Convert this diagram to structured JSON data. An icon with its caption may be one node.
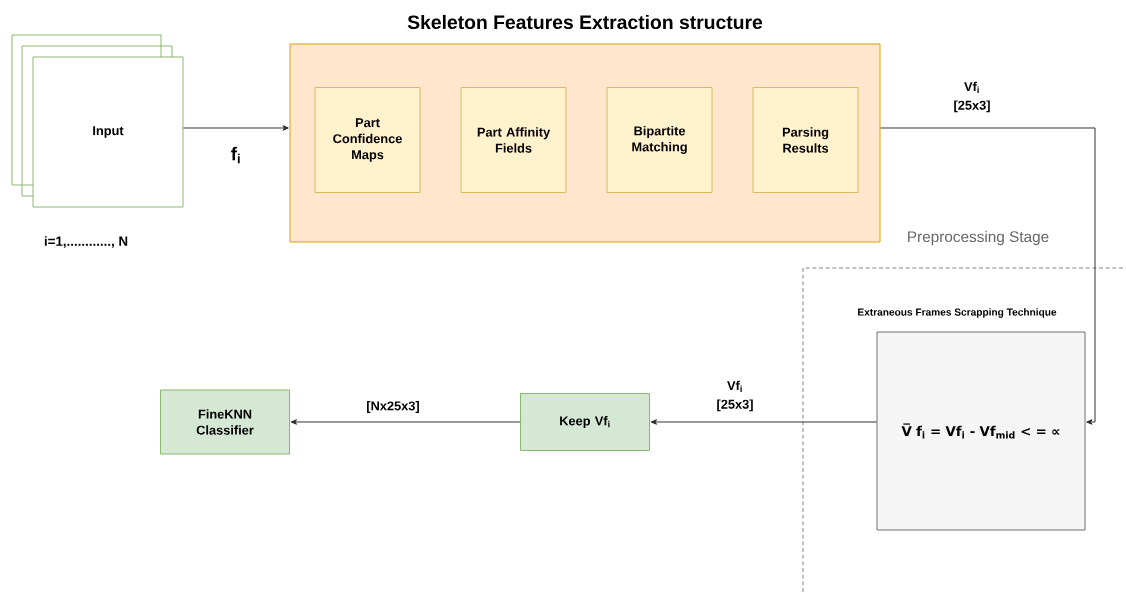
{
  "diagram": {
    "nodes": [
      {
        "text": [
          "Input"
        ]
      },
      {
        "text": [
          "Skeleton Features Extraction structure"
        ]
      },
      {
        "text": [
          "Part Confidence Maps"
        ],
        "in": 1
      },
      {
        "text": [
          "Part Affinity Fields"
        ],
        "in": 1
      },
      {
        "text": [
          "Bipartite Matching"
        ],
        "in": 1
      },
      {
        "text": [
          "Parsing Results"
        ],
        "in": 1
      },
      {
        "text": [
          "Extraneous Frames Scrapping Technique",
          "V̅ f$_{i}$ = Vf$_{i}$ - Vf$_{mid}$ < = ∝"
        ]
      },
      {
        "text": [
          "Keep Vf$_{i}$"
        ]
      },
      {
        "text": [
          "FineKNN Classifier"
        ]
      }
    ],
    "edges": [
      {
        "from": 0,
        "to": 1,
        "arrow": "to",
        "label": "f$_{i}$"
      },
      {
        "from": 1,
        "to": 6,
        "arrow": "to",
        "label": "Vf$_{i}$ [25x3]"
      },
      {
        "from": 6,
        "to": 7,
        "arrow": "to",
        "label": "Vf$_{i}$ [25x3]"
      },
      {
        "from": 7,
        "to": 8,
        "arrow": "to",
        "label": "[Nx25x3]"
      }
    ],
    "labels": [
      "i=1,............, N",
      "Preprocessing Stage"
    ]
  }
}
